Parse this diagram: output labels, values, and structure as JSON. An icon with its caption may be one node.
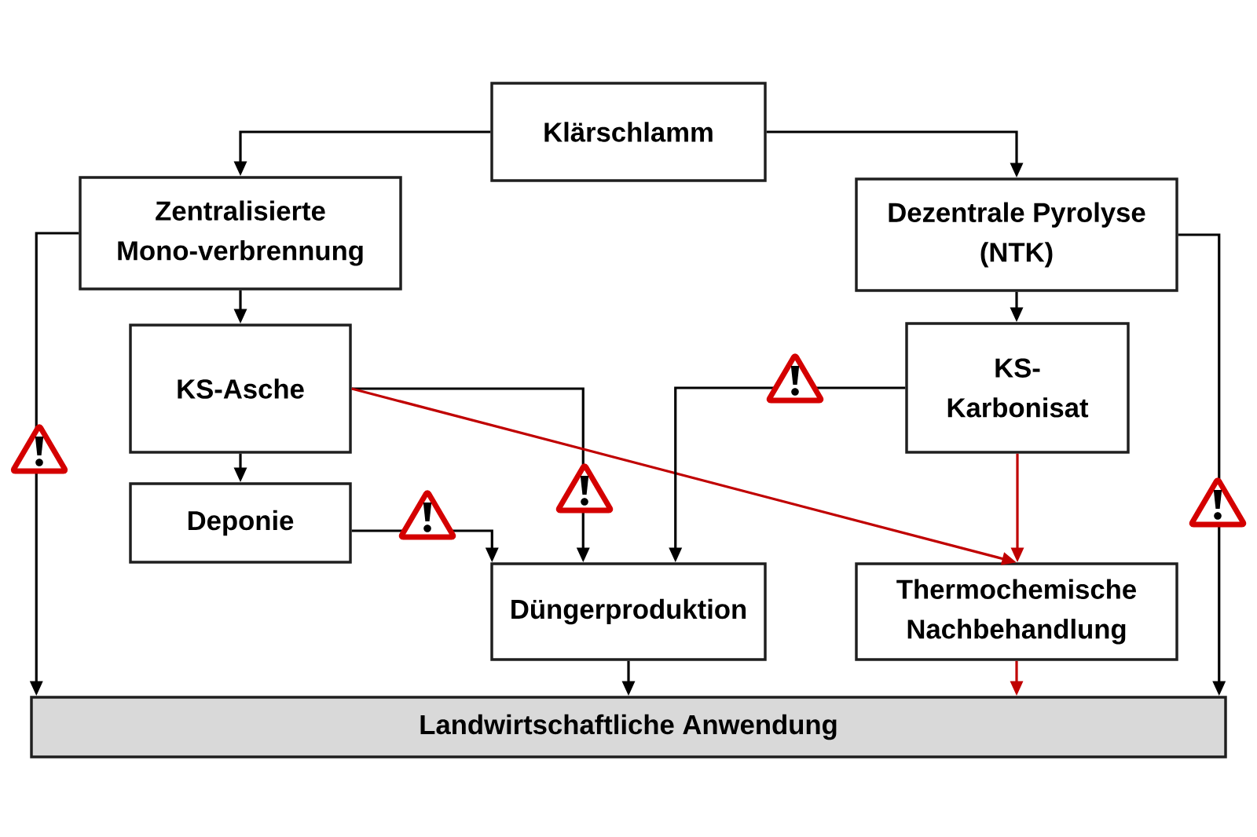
{
  "diagram": {
    "nodes": [
      {
        "text": [
          "Klärschlamm"
        ]
      },
      {
        "text": [
          "Zentralisierte Mono-verbrennung"
        ]
      },
      {
        "text": [
          "Dezentrale Pyrolyse (NTK)"
        ]
      },
      {
        "text": [
          "KS-Asche"
        ]
      },
      {
        "text": [
          "KS-Karbonisat"
        ]
      },
      {
        "text": [
          "Deponie"
        ]
      },
      {
        "text": [
          "Düngerproduktion"
        ]
      },
      {
        "text": [
          "Thermochemische Nachbehandlung"
        ]
      },
      {
        "text": [
          "Landwirtschaftliche Anwendung"
        ]
      }
    ],
    "edges": [
      {
        "from": 0,
        "to": 1,
        "arrow": "to"
      },
      {
        "from": 0,
        "to": 2,
        "arrow": "to"
      },
      {
        "from": 1,
        "to": 3,
        "arrow": "to"
      },
      {
        "from": 2,
        "to": 4,
        "arrow": "to"
      },
      {
        "from": 3,
        "to": 5,
        "arrow": "to"
      },
      {
        "from": 1,
        "to": 8,
        "arrow": "to"
      },
      {
        "from": 2,
        "to": 8,
        "arrow": "to"
      },
      {
        "from": 3,
        "to": 6,
        "arrow": "to"
      },
      {
        "from": 3,
        "to": 7,
        "arrow": "to",
        "color": "#c00000"
      },
      {
        "from": 5,
        "to": 6,
        "arrow": "to"
      },
      {
        "from": 4,
        "to": 6,
        "arrow": "to"
      },
      {
        "from": 4,
        "to": 7,
        "arrow": "to",
        "color": "#c00000"
      },
      {
        "from": 6,
        "to": 8,
        "arrow": "to"
      },
      {
        "from": 7,
        "to": 8,
        "arrow": "to",
        "color": "#c00000"
      }
    ]
  }
}
